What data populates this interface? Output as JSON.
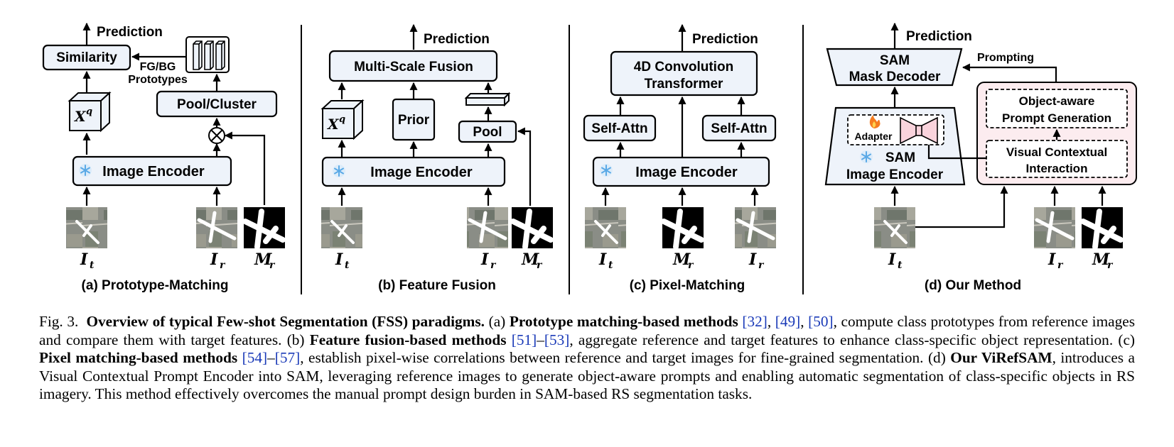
{
  "panels": {
    "a": {
      "title": "(a) Prototype-Matching",
      "prediction": "Prediction",
      "similarity": "Similarity",
      "fgbg_1": "FG/BG",
      "fgbg_2": "Prototypes",
      "xq_base": "X",
      "xq_sup": "q",
      "pool": "Pool/Cluster",
      "encoder": "Image Encoder",
      "inputs": [
        {
          "base": "I",
          "sub": "t"
        },
        {
          "base": "I",
          "sub": "r"
        },
        {
          "base": "M",
          "sub": "r"
        }
      ]
    },
    "b": {
      "title": "(b) Feature Fusion",
      "prediction": "Prediction",
      "fusion": "Multi-Scale Fusion",
      "xq_base": "X",
      "xq_sup": "q",
      "prior": "Prior",
      "pool": "Pool",
      "encoder": "Image Encoder",
      "inputs": [
        {
          "base": "I",
          "sub": "t"
        },
        {
          "base": "I",
          "sub": "r"
        },
        {
          "base": "M",
          "sub": "r"
        }
      ]
    },
    "c": {
      "title": "(c) Pixel-Matching",
      "prediction": "Prediction",
      "transformer_1": "4D Convolution",
      "transformer_2": "Transformer",
      "self_attn_left": "Self-Attn",
      "self_attn_right": "Self-Attn",
      "encoder": "Image Encoder",
      "inputs": [
        {
          "base": "I",
          "sub": "t"
        },
        {
          "base": "M",
          "sub": "r"
        },
        {
          "base": "I",
          "sub": "r"
        }
      ]
    },
    "d": {
      "title": "(d) Our Method",
      "prediction": "Prediction",
      "decoder_1": "SAM",
      "decoder_2": "Mask Decoder",
      "prompting": "Prompting",
      "adapter": "Adapter",
      "encoder_1": "SAM",
      "encoder_2": "Image Encoder",
      "prompt_gen_1": "Object-aware",
      "prompt_gen_2": "Prompt Generation",
      "vci_1": "Visual Contextual",
      "vci_2": "Interaction",
      "inputs": [
        {
          "base": "I",
          "sub": "t"
        },
        {
          "base": "I",
          "sub": "r"
        },
        {
          "base": "M",
          "sub": "r"
        }
      ]
    }
  },
  "colors": {
    "box_fill": "#eef3fa",
    "ours_panel_fill": "#fcecef",
    "adapter_fill": "#f9d3dc",
    "snowflake": "#5aa9e6",
    "flame": "#f57c1f",
    "ref_link": "#1a3ab8"
  },
  "icons": [
    "snowflake-icon",
    "flame-icon",
    "bowtie-adapter-icon",
    "feature-cube-icon",
    "prototype-bars-icon",
    "multiply-circle-icon",
    "aerial-image-thumbnail",
    "binary-mask-thumbnail"
  ],
  "caption": {
    "fig": "Fig. 3.",
    "title": "Overview of typical Few-shot Segmentation (FSS) paradigms.",
    "a_label": "(a)",
    "a_bold": "Prototype matching-based methods",
    "a_refs": [
      "[32]",
      "[49]",
      "[50]"
    ],
    "a_text": ", compute class prototypes from reference images and compare them with target features.",
    "b_label": "(b)",
    "b_bold": "Feature fusion-based methods",
    "b_refs": [
      "[51]",
      "[53]"
    ],
    "b_text": ", aggregate reference and target features to enhance class-specific object representation.",
    "c_label": "(c)",
    "c_bold": "Pixel matching-based methods",
    "c_refs": [
      "[54]",
      "[57]"
    ],
    "c_text": ", establish pixel-wise correlations between reference and target images for fine-grained segmentation.",
    "d_label": "(d)",
    "d_bold": "Our ViRefSAM",
    "d_text": ", introduces a Visual Contextual Prompt Encoder into SAM, leveraging reference images to generate object-aware prompts and enabling automatic segmentation of class-specific objects in RS imagery. This method effectively overcomes the manual prompt design burden in SAM-based RS segmentation tasks."
  }
}
